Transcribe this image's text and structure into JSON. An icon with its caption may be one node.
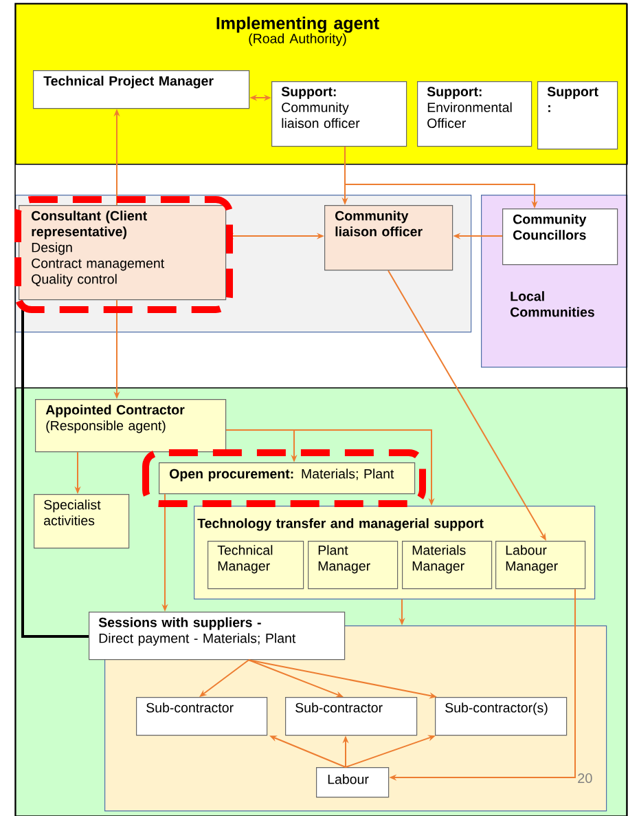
{
  "diagram": {
    "nodes": [
      {
        "text": [
          "Implementing agent",
          "(Road Authority)"
        ]
      },
      {
        "text": [
          "Technical Project Manager"
        ],
        "in": 0
      },
      {
        "text": [
          "Support:",
          "Community liaison officer"
        ],
        "in": 0
      },
      {
        "text": [
          "Support:",
          "Environmental Officer"
        ],
        "in": 0
      },
      {
        "text": [
          "Support",
          ":"
        ],
        "in": 0
      },
      {
        "text": [],
        "shape": "box"
      },
      {
        "text": [
          "Consultant (Client representative)",
          "Design",
          "Contract management",
          "Quality control"
        ],
        "in": 5
      },
      {
        "text": [
          "Community liaison officer"
        ],
        "in": 5
      },
      {
        "text": [
          "Local Communities"
        ]
      },
      {
        "text": [
          "Community Councillors"
        ],
        "in": 8
      },
      {
        "text": [],
        "shape": "box"
      },
      {
        "text": [
          "Appointed Contractor",
          "(Responsible agent)"
        ],
        "in": 10
      },
      {
        "text": [
          "**Open procurement:** Materials; Plant"
        ],
        "in": 10
      },
      {
        "text": [
          "Specialist activities"
        ],
        "in": 10
      },
      {
        "text": [
          "Technology transfer and managerial support"
        ],
        "in": 10
      },
      {
        "text": [
          "Technical Manager"
        ],
        "in": 14
      },
      {
        "text": [
          "Plant Manager"
        ],
        "in": 14
      },
      {
        "text": [
          "Materials Manager"
        ],
        "in": 14
      },
      {
        "text": [
          "Labour Manager"
        ],
        "in": 14
      },
      {
        "text": [],
        "shape": "box",
        "in": 10
      },
      {
        "text": [
          "Sessions with suppliers -",
          "Direct payment - Materials; Plant"
        ],
        "in": 10
      },
      {
        "text": [
          "Sub-contractor"
        ],
        "in": 19
      },
      {
        "text": [
          "Sub-contractor"
        ],
        "in": 19
      },
      {
        "text": [
          "Sub-contractor(s)"
        ],
        "in": 19
      },
      {
        "text": [
          "Labour"
        ],
        "in": 19
      }
    ],
    "edges": [
      {
        "from": 6,
        "to": 1,
        "arrow": "to"
      },
      {
        "from": 1,
        "to": 2,
        "arrow": "both"
      },
      {
        "from": 2,
        "to": 7,
        "arrow": "to"
      },
      {
        "from": 2,
        "to": 9,
        "arrow": "to"
      },
      {
        "from": 9,
        "to": 7,
        "arrow": "to"
      },
      {
        "from": 6,
        "to": 7,
        "arrow": "both"
      },
      {
        "from": 7,
        "to": 18,
        "arrow": "to"
      },
      {
        "from": 6,
        "to": 11,
        "arrow": "to"
      },
      {
        "from": 11,
        "to": 13,
        "arrow": "to"
      },
      {
        "from": 11,
        "to": 12,
        "arrow": "to"
      },
      {
        "from": 11,
        "to": 14,
        "arrow": "to"
      },
      {
        "from": 12,
        "to": 20,
        "arrow": "to"
      },
      {
        "from": 14,
        "to": 19,
        "arrow": "to"
      },
      {
        "from": 18,
        "to": 24,
        "arrow": "to"
      },
      {
        "from": 20,
        "to": 6,
        "arrow": "to",
        "style": "thick",
        "color": "#000000"
      },
      {
        "from": 20,
        "to": 21,
        "arrow": "to"
      },
      {
        "from": 20,
        "to": 22,
        "arrow": "to"
      },
      {
        "from": 20,
        "to": 23,
        "arrow": "to"
      },
      {
        "from": 24,
        "to": 21,
        "arrow": "to"
      },
      {
        "from": 24,
        "to": 22,
        "arrow": "to"
      },
      {
        "from": 24,
        "to": 23,
        "arrow": "to"
      }
    ],
    "labels": [
      "20"
    ]
  }
}
